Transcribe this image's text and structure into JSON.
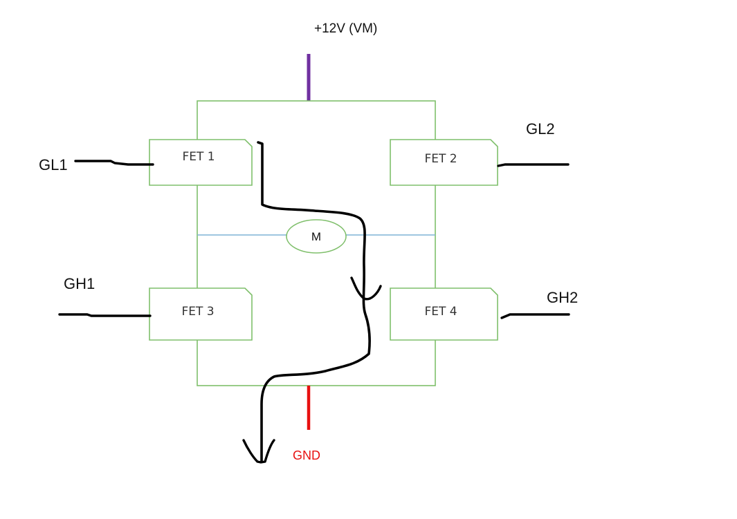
{
  "colors": {
    "frame": "#7fbf6b",
    "motor_link": "#7fb3d5",
    "supply_lead": "#7030a0",
    "ground_lead": "#e81010",
    "ground_text": "#e81010",
    "wires": "#000000",
    "background": "#ffffff"
  },
  "supply": {
    "label": "+12V (VM)"
  },
  "ground": {
    "label": "GND"
  },
  "fets": {
    "fet1": {
      "label": "FET 1"
    },
    "fet2": {
      "label": "FET 2"
    },
    "fet3": {
      "label": "FET 3"
    },
    "fet4": {
      "label": "FET 4"
    }
  },
  "motor": {
    "label": "M"
  },
  "gates": {
    "gl1": {
      "label": "GL1"
    },
    "gl2": {
      "label": "GL2"
    },
    "gh1": {
      "label": "GH1"
    },
    "gh2": {
      "label": "GH2"
    }
  },
  "current_path": {
    "icon": "arrow-path",
    "arrowheads": 2
  }
}
